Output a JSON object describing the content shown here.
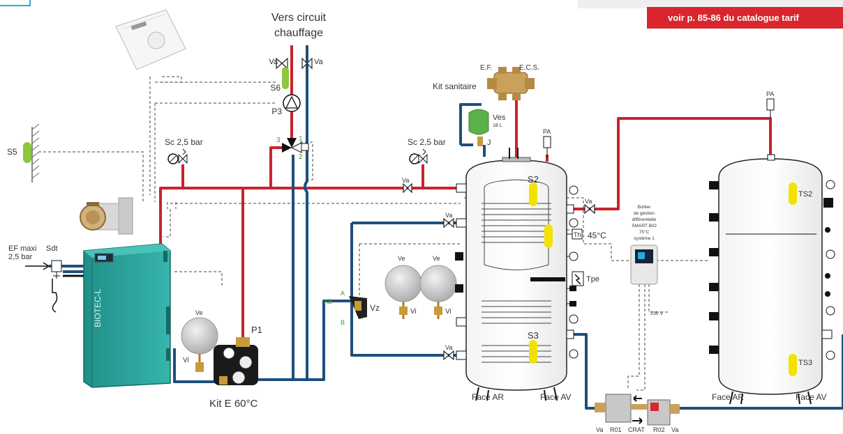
{
  "banner": {
    "text": "voir p. 85-86 du catalogue tarif"
  },
  "labels": {
    "circuit_line1": "Vers circuit",
    "circuit_line2": "chauffage",
    "va_left": "Va",
    "va_right": "Va",
    "s6": "S6",
    "p3": "P3",
    "v3_port3": "3",
    "v3_port1": "1",
    "v3_port2": "2",
    "sc_left": "Sc 2,5 bar",
    "sc_right": "Sc 2,5 bar",
    "s5": "S5",
    "ef_maxi_line1": "EF maxi",
    "ef_maxi_line2": "2,5 bar",
    "sdt": "Sdt",
    "boiler_brand": "BIOTEC-L",
    "ve_kit": "Ve",
    "vi_kit": "Vi",
    "p1": "P1",
    "kit_e": "Kit E 60°C",
    "ef": "E.F.",
    "ecs": "E.C.S.",
    "kit_sanitaire": "Kit sanitaire",
    "ves": "Ves",
    "ves_vol": "18 L",
    "j": "J",
    "pa_tank1": "PA",
    "va_tank1": "Va",
    "s2": "S2",
    "va_outlet": "Va",
    "th": "Th",
    "temp": "45°C",
    "tpe": "Tpe",
    "va_upper": "Va",
    "va_lower": "Va",
    "ve_1": "Ve",
    "ve_2": "Ve",
    "vi_1": "Vi",
    "vi_2": "Vi",
    "a": "A",
    "ab": "AB",
    "b": "B",
    "vz": "Vz",
    "s3": "S3",
    "face_ar_1": "Face AR",
    "face_av_1": "Face AV",
    "boitier": [
      "Boîtier",
      "de gestion",
      "différentielle",
      "SMART BIO",
      "75°C",
      "système 1"
    ],
    "v230": "230 V",
    "pa_tank2": "PA",
    "ts2": "TS2",
    "ts3": "TS3",
    "face_ar_2": "Face AR",
    "face_av_2": "Face AV",
    "crat_va1": "Va",
    "r01": "R01",
    "crat": "CRAT",
    "r02": "R02",
    "crat_va2": "Va"
  },
  "colors": {
    "hot": "#c8232c",
    "cold": "#1e4f7c",
    "sensor": "#f2e200",
    "s_green": "#8dc63f",
    "boiler": "#2aa8a0",
    "accent_blue": "#2aa9e0",
    "banner": "#d9262c"
  }
}
